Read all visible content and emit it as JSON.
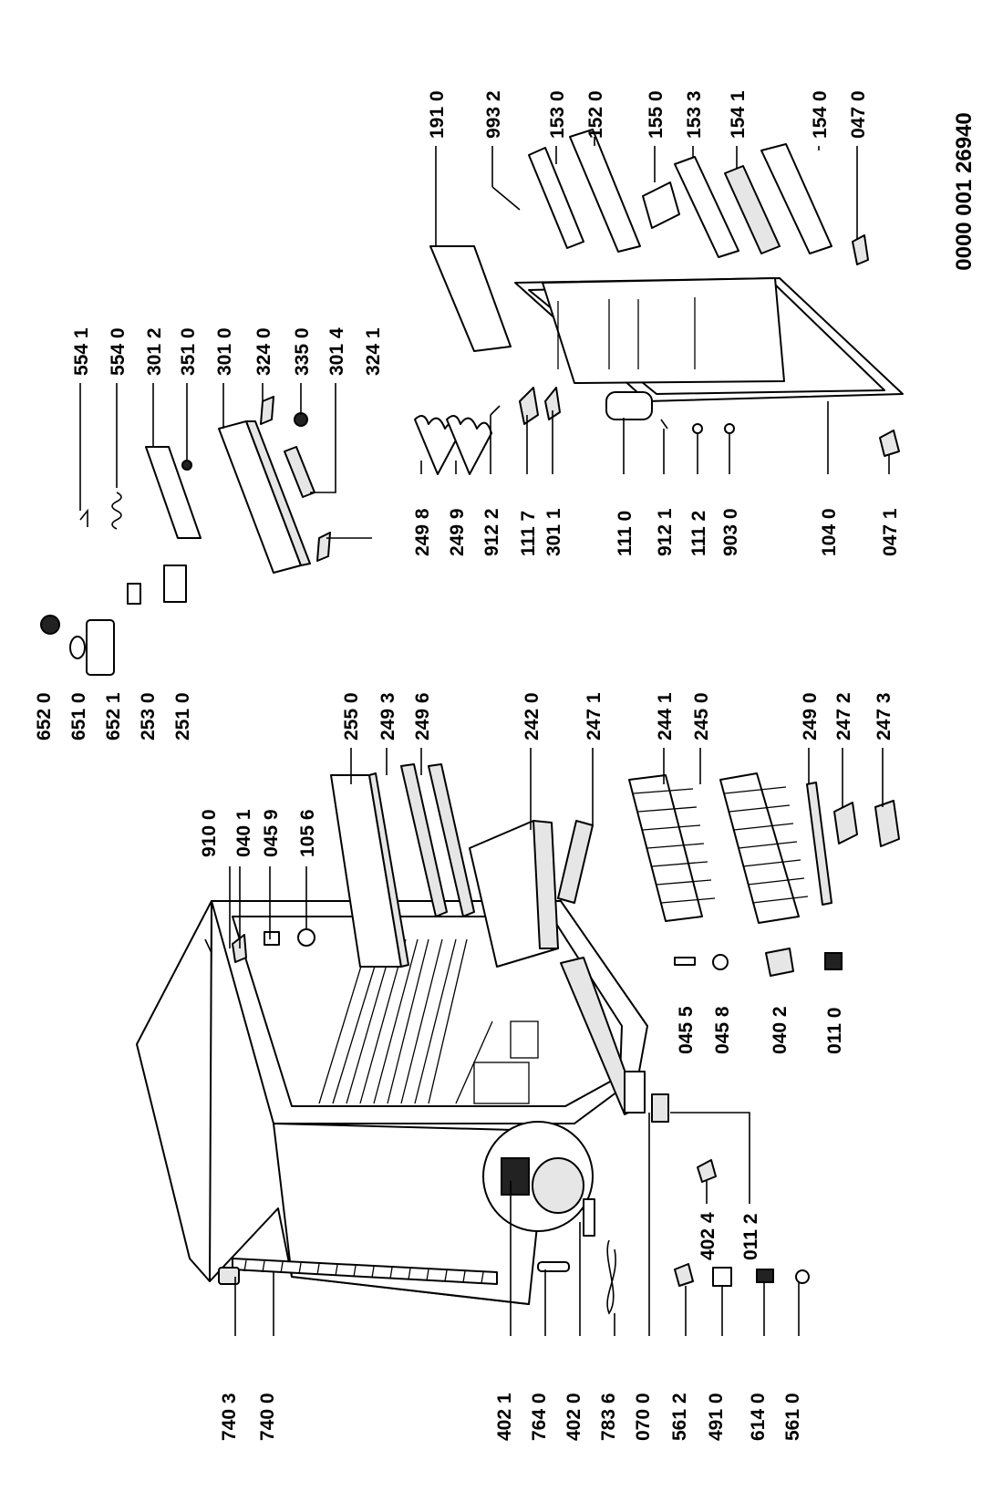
{
  "document_id": "0000 001 26940",
  "callouts": [
    "740 3",
    "740 0",
    "402 1",
    "764 0",
    "402 0",
    "783 6",
    "070 0",
    "561 2",
    "491 0",
    "614 0",
    "561 0",
    "402 4",
    "011 2",
    "045 5",
    "045 8",
    "040 2",
    "011 0",
    "910 0",
    "040 1",
    "045 9",
    "105 6",
    "255 0",
    "249 3",
    "249 6",
    "242 0",
    "247 1",
    "244 1",
    "245 0",
    "249 0",
    "247 2",
    "247 3",
    "652 0",
    "651 0",
    "652 1",
    "253 0",
    "251 0",
    "554 1",
    "554 0",
    "301 2",
    "351 0",
    "301 0",
    "324 0",
    "335 0",
    "301 4",
    "324 1",
    "249 8",
    "249 9",
    "912 2",
    "111 7",
    "301 1",
    "111 0",
    "912 1",
    "111 2",
    "903 0",
    "104 0",
    "047 1",
    "191 0",
    "993 2",
    "153 0",
    "152 0",
    "155 0",
    "153 3",
    "154 1",
    "154 0",
    "047 0"
  ],
  "icons": [
    "refrigerator-cabinet",
    "refrigerator-door",
    "compressor",
    "glass-shelf",
    "wire-shelf",
    "crisper-drawer",
    "door-bin",
    "egg-tray",
    "thermostat-housing",
    "hinge",
    "screw",
    "foot",
    "lamp"
  ]
}
